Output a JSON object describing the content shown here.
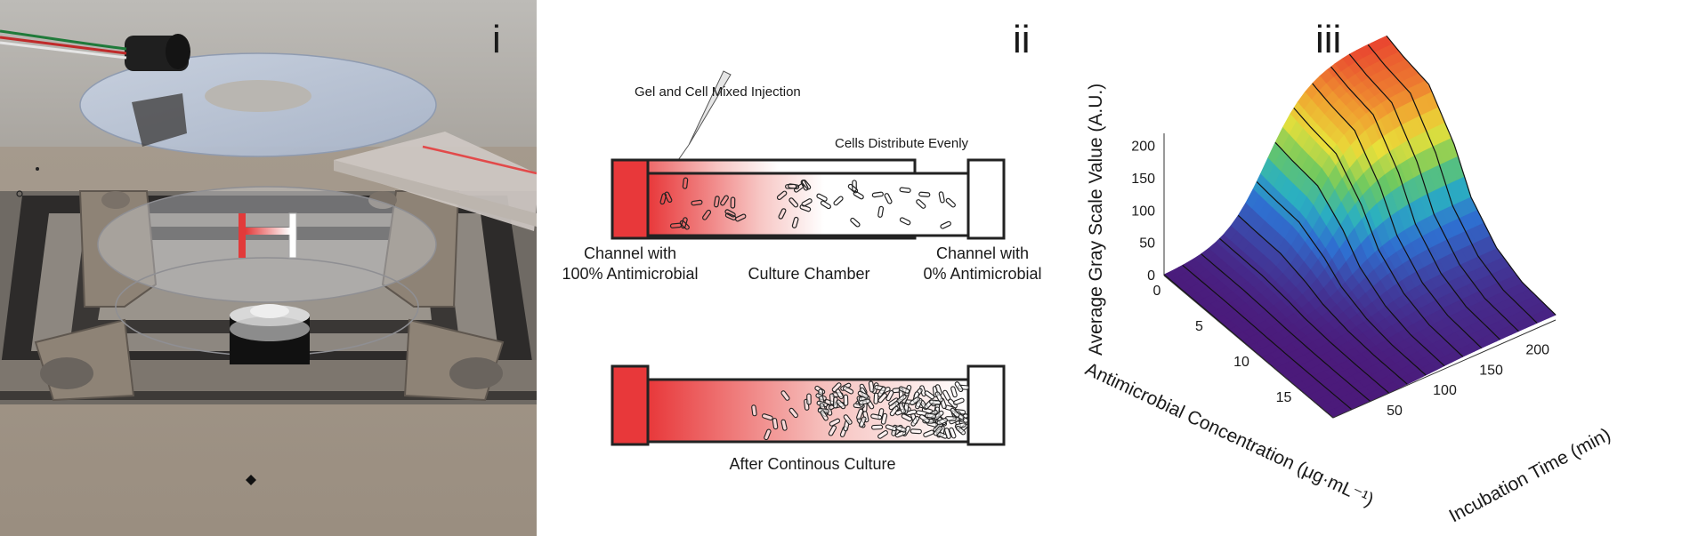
{
  "panels": {
    "i": {
      "label": "i"
    },
    "ii": {
      "label": "ii",
      "injection_label": "Gel and Cell Mixed Injection",
      "distribute_label": "Cells Distribute Evenly",
      "left_channel_line1": "Channel with",
      "left_channel_line2": "100% Antimicrobial",
      "culture_chamber": "Culture Chamber",
      "right_channel_line1": "Channel with",
      "right_channel_line2": "0% Antimicrobial",
      "after_label": "After Continous Culture"
    },
    "iii": {
      "label": "iii",
      "z_axis_label": "Average Gray Scale Value (A.U.)",
      "x_axis_label": "Antimicrobial Concentration (μg·mL⁻¹)",
      "y_axis_label": "Incubation Time (min)"
    }
  },
  "chart_data": {
    "type": "surface",
    "z_label": "Average Gray Scale Value (A.U.)",
    "x_label": "Antimicrobial Concentration (μg·mL⁻¹)",
    "y_label": "Incubation Time (min)",
    "z_ticks": [
      "0",
      "50",
      "100",
      "150",
      "200"
    ],
    "x_ticks": [
      "0",
      "5",
      "10",
      "15"
    ],
    "y_ticks": [
      "50",
      "100",
      "150",
      "200"
    ],
    "z_range": [
      0,
      220
    ],
    "x_range": [
      0,
      20
    ],
    "y_range": [
      0,
      240
    ],
    "incubation_times": [
      0,
      20,
      40,
      60,
      80,
      100,
      120,
      140,
      160,
      180,
      200,
      220,
      240
    ],
    "concentration_profile": [
      {
        "x": 0,
        "z_peak": 220
      },
      {
        "x": 2,
        "z_peak": 210
      },
      {
        "x": 5,
        "z_peak": 200
      },
      {
        "x": 8,
        "z_peak": 140
      },
      {
        "x": 10,
        "z_peak": 80
      },
      {
        "x": 13,
        "z_peak": 35
      },
      {
        "x": 16,
        "z_peak": 15
      },
      {
        "x": 20,
        "z_peak": 8
      }
    ],
    "colormap": [
      "#4b1a7a",
      "#3f3fa0",
      "#2f6fd0",
      "#2bb0c0",
      "#6cc860",
      "#e8e03a",
      "#f0a030",
      "#e84030"
    ]
  }
}
